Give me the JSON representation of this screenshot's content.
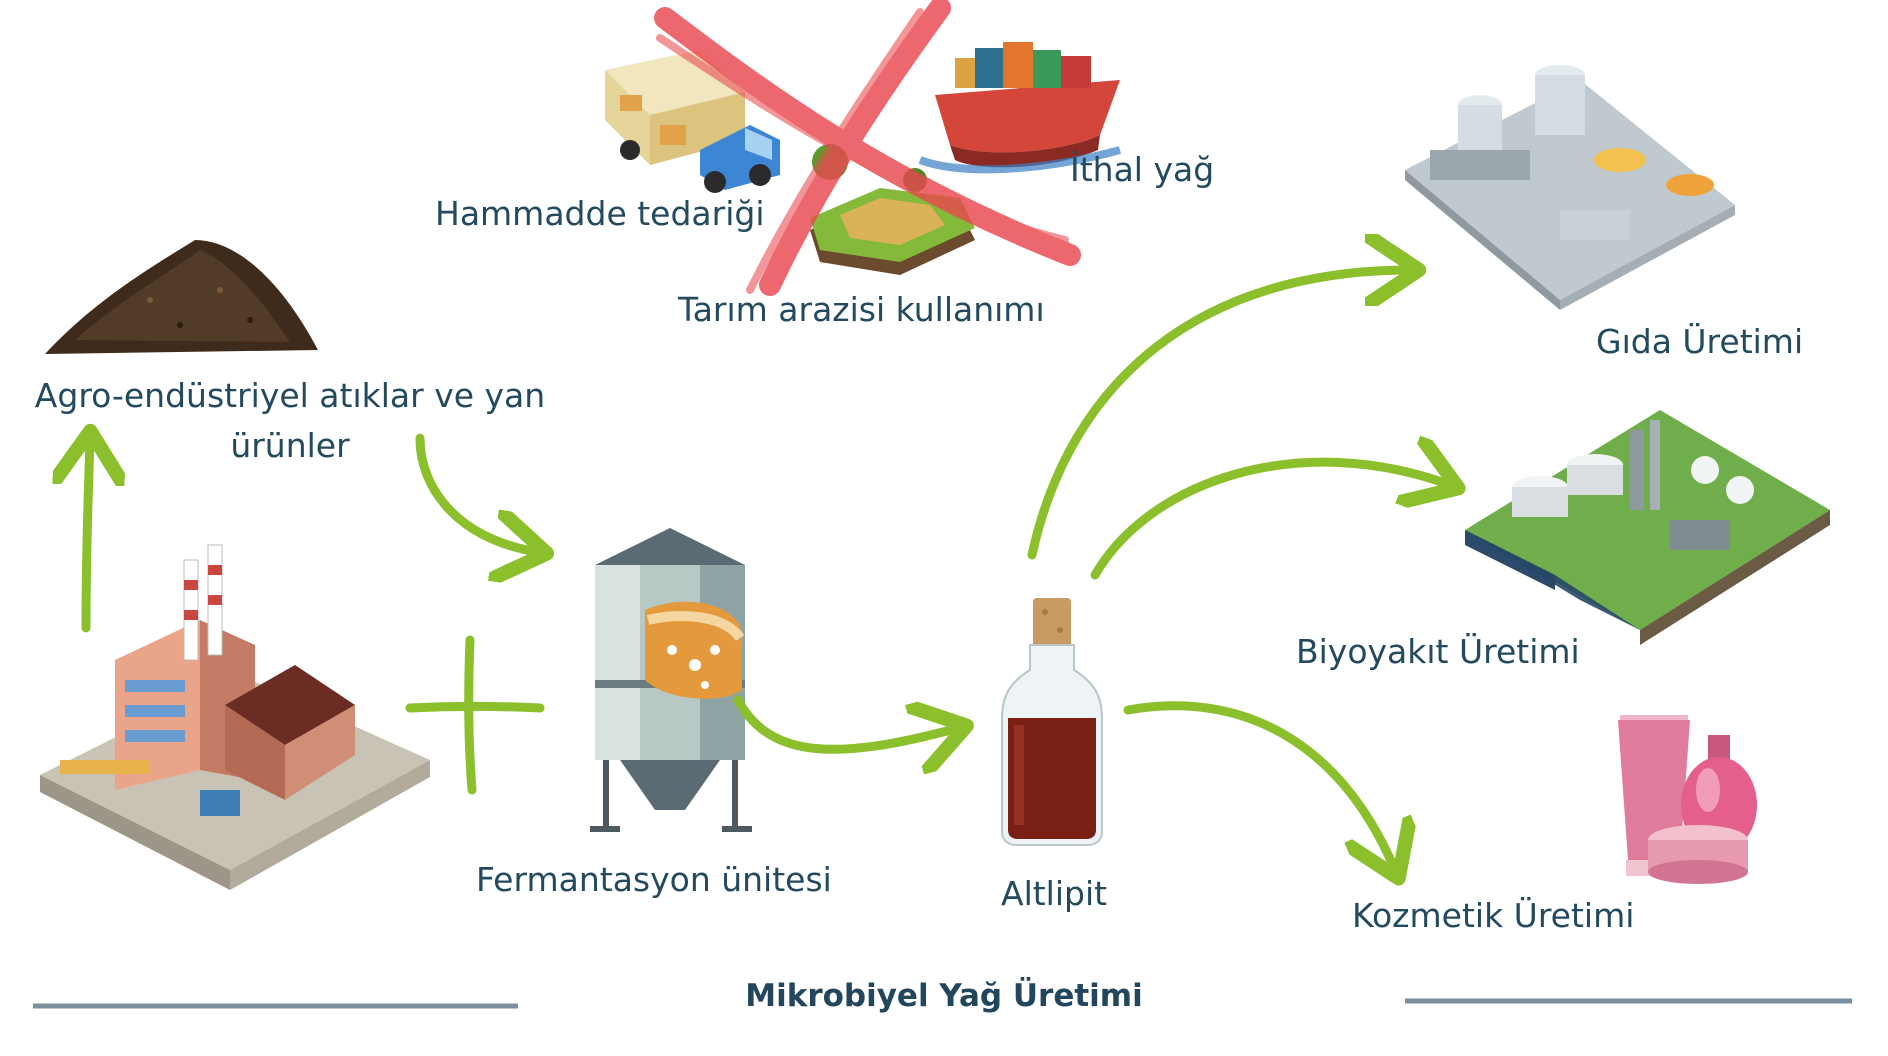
{
  "title": "Mikrobiyel Yağ Üretimi",
  "labels": {
    "agro_line1": "Agro-endüstriyel atıklar ve yan",
    "agro_line2": "ürünler",
    "hammadde": "Hammadde tedariği",
    "ithal": "İthal yağ",
    "tarim": "Tarım arazisi kullanımı",
    "fermantasyon": "Fermantasyon ünitesi",
    "altlipit": "Altlipit",
    "gida": "Gıda Üretimi",
    "biyoyakit": "Biyoyakıt Üretimi",
    "kozmetik": "Kozmetik Üretimi"
  },
  "colors": {
    "arrow_green": "#8cbf2c",
    "text": "#234a5e",
    "divider": "#7a8f9d",
    "cross_red": "#e8484f",
    "oil": "#7a1f14"
  },
  "icons": [
    "soil-pile-icon",
    "delivery-truck-icon",
    "cargo-ship-icon",
    "farmland-icon",
    "red-cross-icon",
    "factory-icon",
    "plus-icon",
    "fermenter-icon",
    "oil-bottle-icon",
    "food-factory-icon",
    "refinery-icon",
    "cosmetics-icon"
  ]
}
